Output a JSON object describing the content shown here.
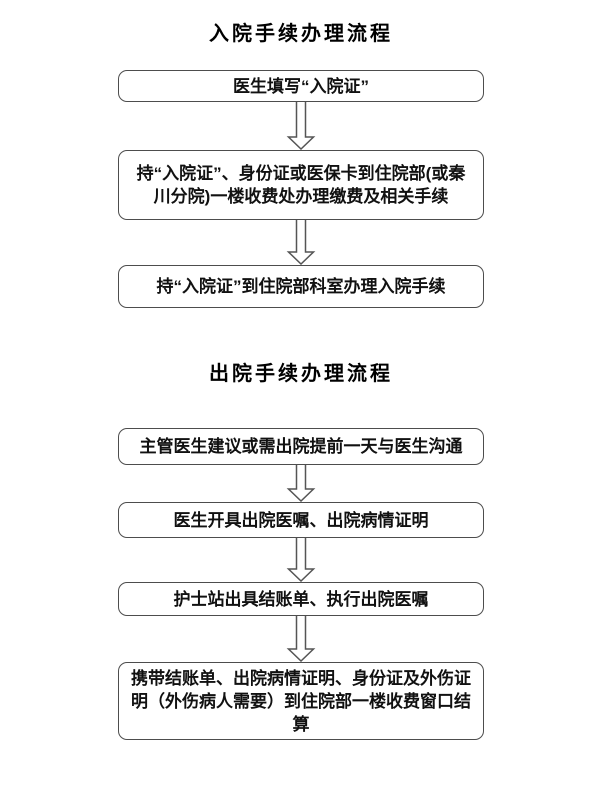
{
  "page": {
    "background_color": "#ffffff",
    "box_border_color": "#4d4d4d",
    "arrow_outline_color": "#555555",
    "text_color": "#111111"
  },
  "icons": {
    "down_arrow": "hollow-down-arrow"
  },
  "admission_flow": {
    "title": "入院手续办理流程",
    "steps": [
      "医生填写“入院证”",
      "持“入院证”、身份证或医保卡到住院部(或秦川分院)一楼收费处办理缴费及相关手续",
      "持“入院证”到住院部科室办理入院手续"
    ]
  },
  "discharge_flow": {
    "title": "出院手续办理流程",
    "steps": [
      "主管医生建议或需出院提前一天与医生沟通",
      "医生开具出院医嘱、出院病情证明",
      "护士站出具结账单、执行出院医嘱",
      "携带结账单、出院病情证明、身份证及外伤证明（外伤病人需要）到住院部一楼收费窗口结算"
    ]
  }
}
